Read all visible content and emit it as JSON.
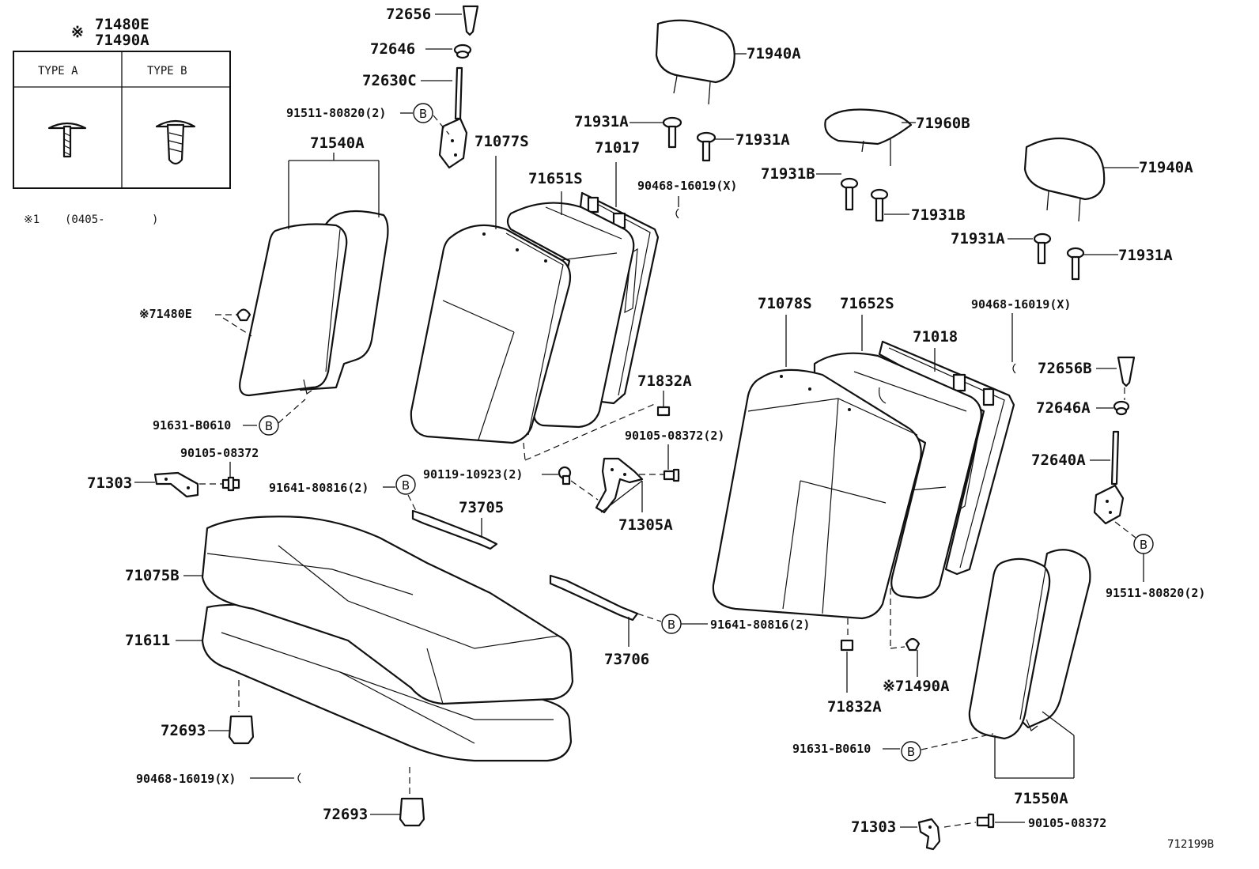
{
  "legend": {
    "mark": "※",
    "parts": [
      "71480E",
      "71490A"
    ],
    "type_a": "TYPE A",
    "type_b": "TYPE B",
    "note_mark": "※1",
    "note_range": "(0405-",
    "note_close": ")"
  },
  "bubble_letter": "B",
  "labels": {
    "p72656": "72656",
    "p72646": "72646",
    "p72630c": "72630C",
    "p91511_top": "91511-80820(2)",
    "p71077s": "71077S",
    "p71017": "71017",
    "p71651s": "71651S",
    "p71540a": "71540A",
    "p71480e": "※71480E",
    "p91631_left": "91631-B0610",
    "p90105_left": "90105-08372",
    "p71303_left": "71303",
    "p91641_top": "91641-80816(2)",
    "p73705": "73705",
    "p90119": "90119-10923(2)",
    "p90105_mid": "90105-08372(2)",
    "p71305a": "71305A",
    "p71832a_top": "71832A",
    "p71075b": "71075B",
    "p71611": "71611",
    "p72693_a": "72693",
    "p90468_bottom": "90468-16019(X)",
    "p72693_b": "72693",
    "p73706": "73706",
    "p91641_bottom": "91641-80816(2)",
    "p71940a_top": "71940A",
    "p71931a_1": "71931A",
    "p71931a_2": "71931A",
    "p90468_mid": "90468-16019(X)",
    "p71960b": "71960B",
    "p71931b_1": "71931B",
    "p71931b_2": "71931B",
    "p71940a_right": "71940A",
    "p71931a_3": "71931A",
    "p71931a_4": "71931A",
    "p71078s": "71078S",
    "p71652s": "71652S",
    "p71018": "71018",
    "p90468_right": "90468-16019(X)",
    "p72656b": "72656B",
    "p72646a": "72646A",
    "p72640a": "72640A",
    "p91511_right": "91511-80820(2)",
    "p71832a_bottom": "71832A",
    "p71490a": "※71490A",
    "p91631_right": "91631-B0610",
    "p71550a": "71550A",
    "p71303_right": "71303",
    "p90105_right": "90105-08372",
    "figure_id": "712199B"
  }
}
